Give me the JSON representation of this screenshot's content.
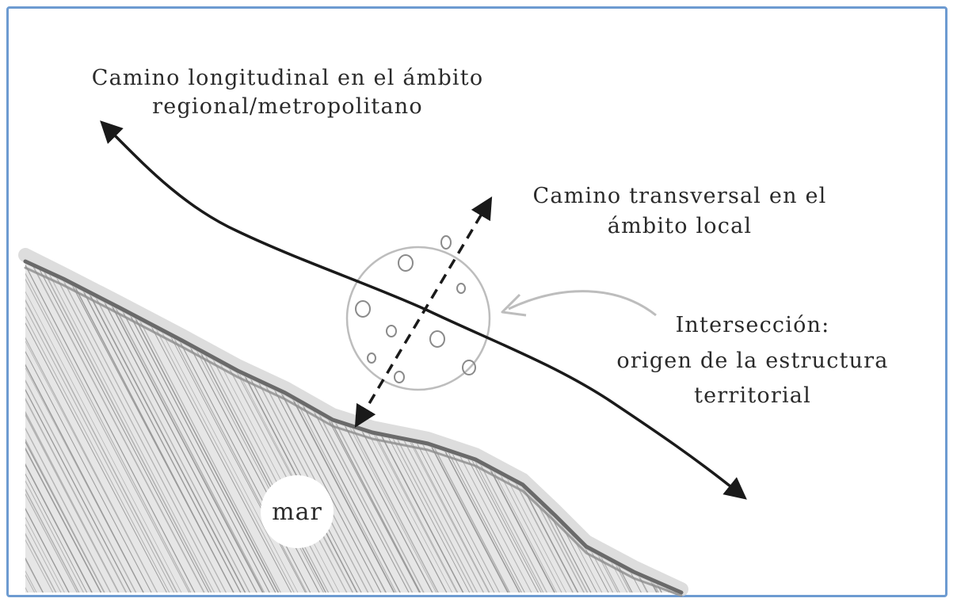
{
  "diagram": {
    "longitudinal_label_line1": "Camino longitudinal en el ámbito",
    "longitudinal_label_line2": "regional/metropolitano",
    "transversal_label_line1": "Camino transversal en el",
    "transversal_label_line2": "ámbito local",
    "intersection_label_line1": "Intersección:",
    "intersection_label_line2": "origen de la estructura",
    "intersection_label_line3": "territorial",
    "sea_label": "mar"
  },
  "colors": {
    "frame_border": "#6d9bd1",
    "ink": "#1a1a1a",
    "circle": "#bdbdbd",
    "hatch": "#9a9a9a",
    "coast": "#6a6a6a"
  }
}
